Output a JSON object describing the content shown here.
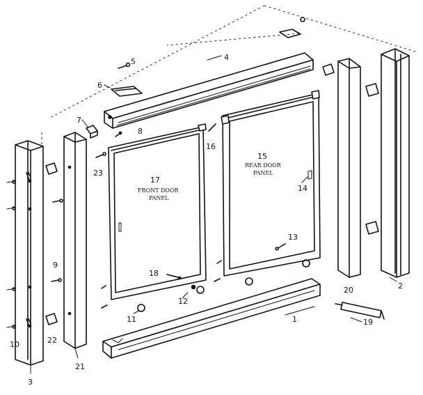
{
  "callouts": {
    "c1": "1",
    "c2": "2",
    "c3": "3",
    "c4": "4",
    "c5": "5",
    "c6": "6",
    "c7": "7",
    "c8": "8",
    "c9": "9",
    "c10": "10",
    "c11": "11",
    "c12": "12",
    "c13": "13",
    "c14": "14",
    "c15": "15",
    "c16": "16",
    "c17": "17",
    "c18": "18",
    "c19": "19",
    "c20": "20",
    "c21": "21",
    "c22": "22",
    "c23": "23"
  },
  "panel_labels": {
    "front_line1": "FRONT DOOR",
    "front_line2": "PANEL",
    "rear_line1": "REAR DOOR",
    "rear_line2": "PANEL"
  }
}
